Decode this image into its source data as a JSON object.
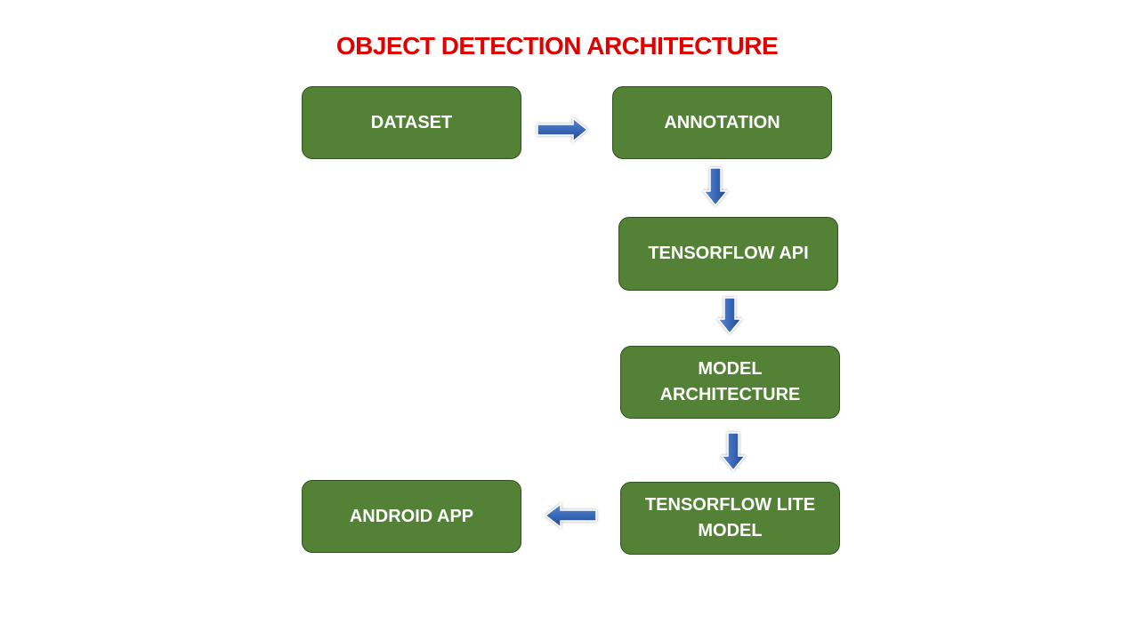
{
  "title": "OBJECT DETECTION ARCHITECTURE",
  "nodes": {
    "dataset": "DATASET",
    "annotation": "ANNOTATION",
    "tensorflow_api": "TENSORFLOW API",
    "model_architecture": [
      "MODEL",
      "ARCHITECTURE"
    ],
    "tensorflow_lite_model": [
      "TENSORFLOW LITE",
      "MODEL"
    ],
    "android_app": "ANDROID APP"
  },
  "colors": {
    "title": "#e00000",
    "node_fill": "#538135",
    "node_text": "#ffffff",
    "arrow": "#3a68b8"
  },
  "edges": [
    {
      "from": "dataset",
      "to": "annotation",
      "direction": "right"
    },
    {
      "from": "annotation",
      "to": "tensorflow_api",
      "direction": "down"
    },
    {
      "from": "tensorflow_api",
      "to": "model_architecture",
      "direction": "down"
    },
    {
      "from": "model_architecture",
      "to": "tensorflow_lite_model",
      "direction": "down"
    },
    {
      "from": "tensorflow_lite_model",
      "to": "android_app",
      "direction": "left"
    }
  ]
}
